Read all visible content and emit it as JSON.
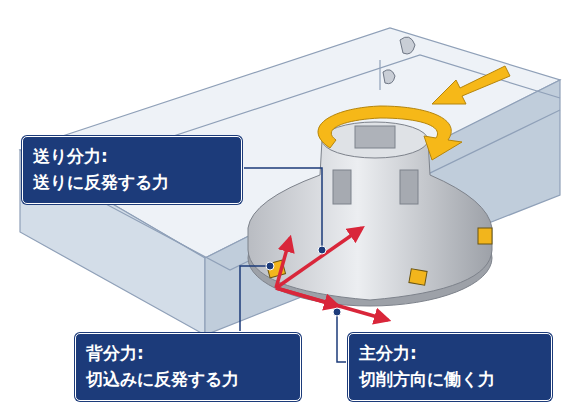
{
  "diagram": {
    "nodes": [
      {
        "text": [
          "送り分力:",
          "送りに反発する力"
        ]
      },
      {
        "text": [
          "背分力:",
          "切込みに反発する力"
        ]
      },
      {
        "text": [
          "主分力:",
          "切削方向に働く力"
        ]
      }
    ]
  }
}
